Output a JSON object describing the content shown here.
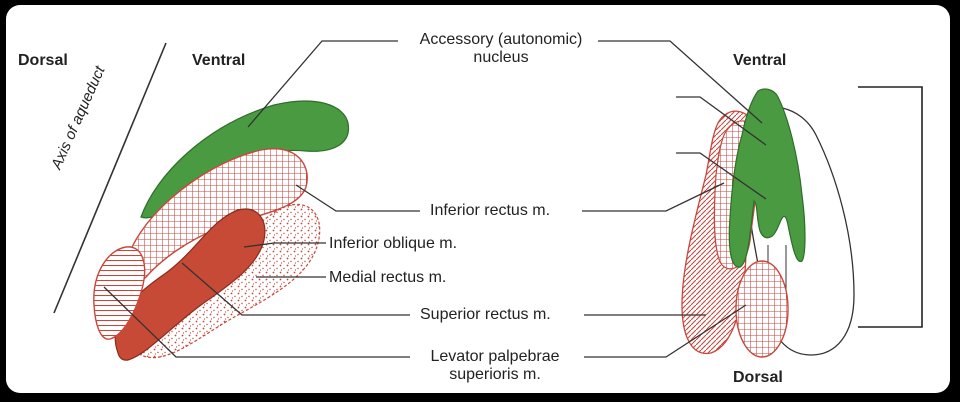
{
  "orientation": {
    "left_dorsal": "Dorsal",
    "left_ventral": "Ventral",
    "right_ventral": "Ventral",
    "right_dorsal": "Dorsal",
    "axis": "Axis of aqueduct"
  },
  "labels": {
    "accessory_line1": "Accessory (autonomic)",
    "accessory_line2": "nucleus",
    "inferior_rectus": "Inferior rectus m.",
    "inferior_oblique": "Inferior oblique m.",
    "medial_rectus": "Medial rectus m.",
    "superior_rectus": "Superior rectus m.",
    "levator_line1": "Levator palpebrae",
    "levator_line2": "superioris m."
  },
  "colors": {
    "accessory_green": "#4a9a42",
    "hatch_red": "#c8463c",
    "oblique_red": "#c74a36",
    "dot_red": "#c04a3a",
    "line": "#333333"
  }
}
